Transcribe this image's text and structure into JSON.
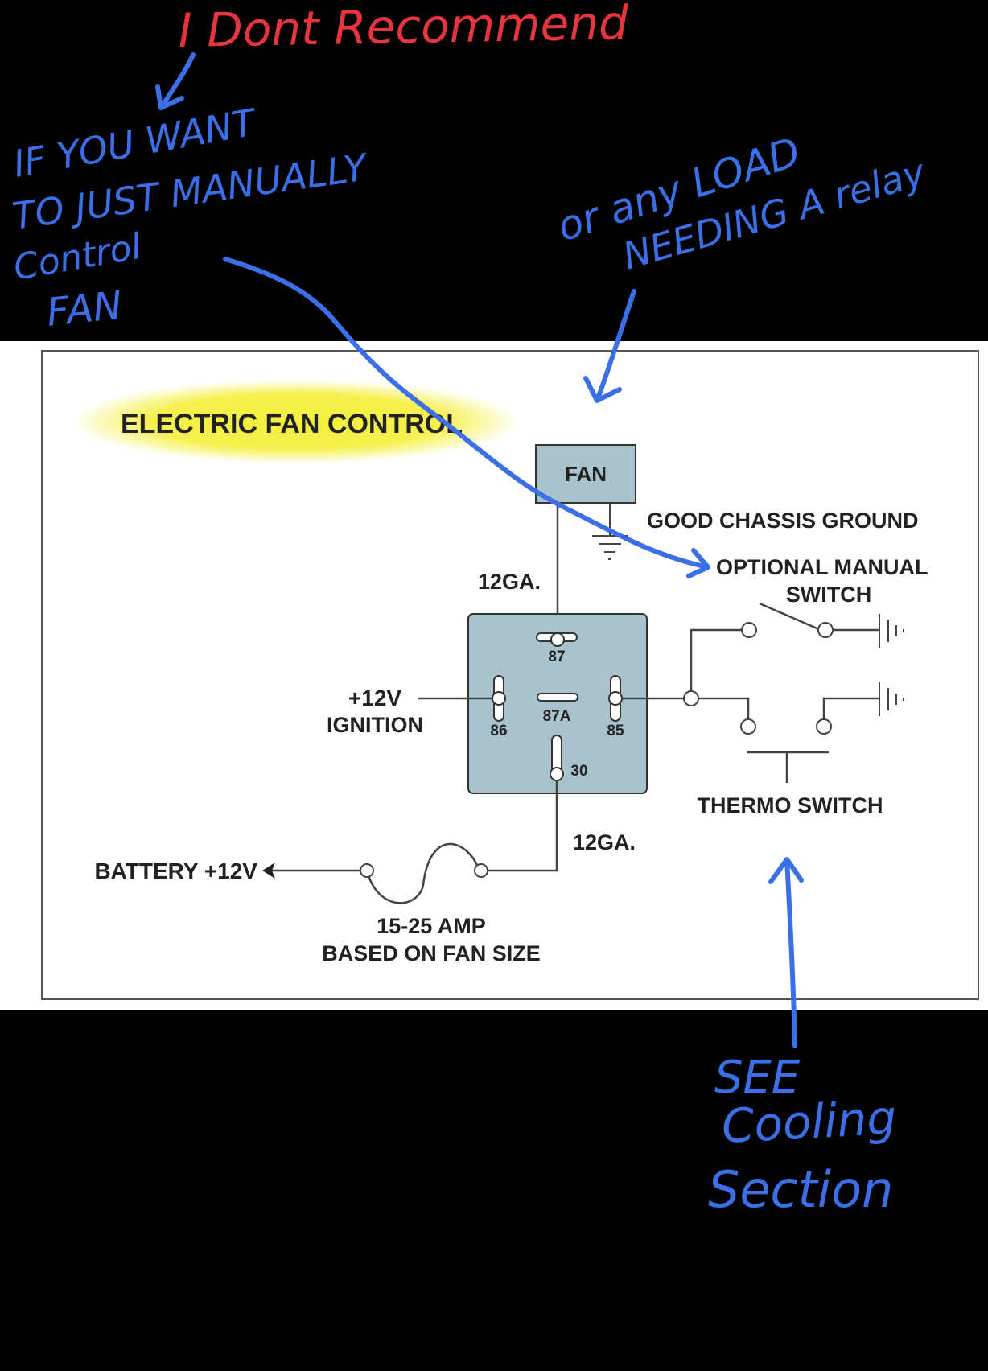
{
  "annotations": {
    "top_red": "I Dont Recommend",
    "manual_line1": "IF YOU WANT",
    "manual_line2": "TO JUST MANUALLY",
    "manual_line3": "Control",
    "manual_line4": "FAN",
    "load_line1": "or any LOAD",
    "load_line2": "NEEDING A relay",
    "cooling_line1": "SEE",
    "cooling_line2": "Cooling",
    "cooling_line3": "Section",
    "red_color": "#e8343c",
    "blue_color": "#3a6fe8"
  },
  "diagram": {
    "title": "ELECTRIC FAN CONTROL",
    "fan_label": "FAN",
    "ground_label": "GOOD CHASSIS GROUND",
    "optional_line1": "OPTIONAL MANUAL",
    "optional_line2": "SWITCH",
    "gauge_top": "12GA.",
    "gauge_bottom": "12GA.",
    "ignition_line1": "+12V",
    "ignition_line2": "IGNITION",
    "pin_87": "87",
    "pin_87a": "87A",
    "pin_86": "86",
    "pin_85": "85",
    "pin_30": "30",
    "thermo_label": "THERMO SWITCH",
    "battery_label": "BATTERY +12V",
    "fuse_line1": "15-25 AMP",
    "fuse_line2": "BASED ON FAN SIZE",
    "relay_color": "#a9c3cc",
    "highlight_color": "#f4ef3a"
  }
}
